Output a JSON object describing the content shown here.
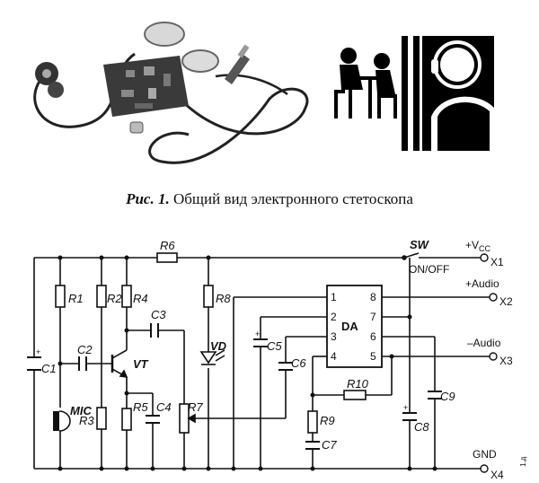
{
  "figure": {
    "caption_label": "Рис. 1.",
    "caption_text": " Общий вид электронного стетоскопа"
  },
  "schematic": {
    "components": {
      "R1": "R1",
      "R2": "R2",
      "R3": "R3",
      "R4": "R4",
      "R5": "R5",
      "R6": "R6",
      "R7": "R7",
      "R8": "R8",
      "R9": "R9",
      "R10": "R10",
      "C1": "C1",
      "C2": "C2",
      "C3": "C3",
      "C4": "C4",
      "C5": "C5",
      "C6": "C6",
      "C7": "C7",
      "C8": "C8",
      "C9": "C9",
      "VT": "VT",
      "VD": "VD",
      "MIC": "MIC",
      "DA": "DA",
      "SW": "SW",
      "switch_state": "ON/OFF"
    },
    "ic_pins": [
      "1",
      "2",
      "3",
      "4",
      "5",
      "6",
      "7",
      "8"
    ],
    "terminals": [
      {
        "id": "X1",
        "label": "+V",
        "sub": "CC"
      },
      {
        "id": "X2",
        "label": "+Audio",
        "sub": ""
      },
      {
        "id": "X3",
        "label": "–Audio",
        "sub": ""
      },
      {
        "id": "X4",
        "label": "GND",
        "sub": ""
      }
    ],
    "side_mark": "1.д"
  }
}
